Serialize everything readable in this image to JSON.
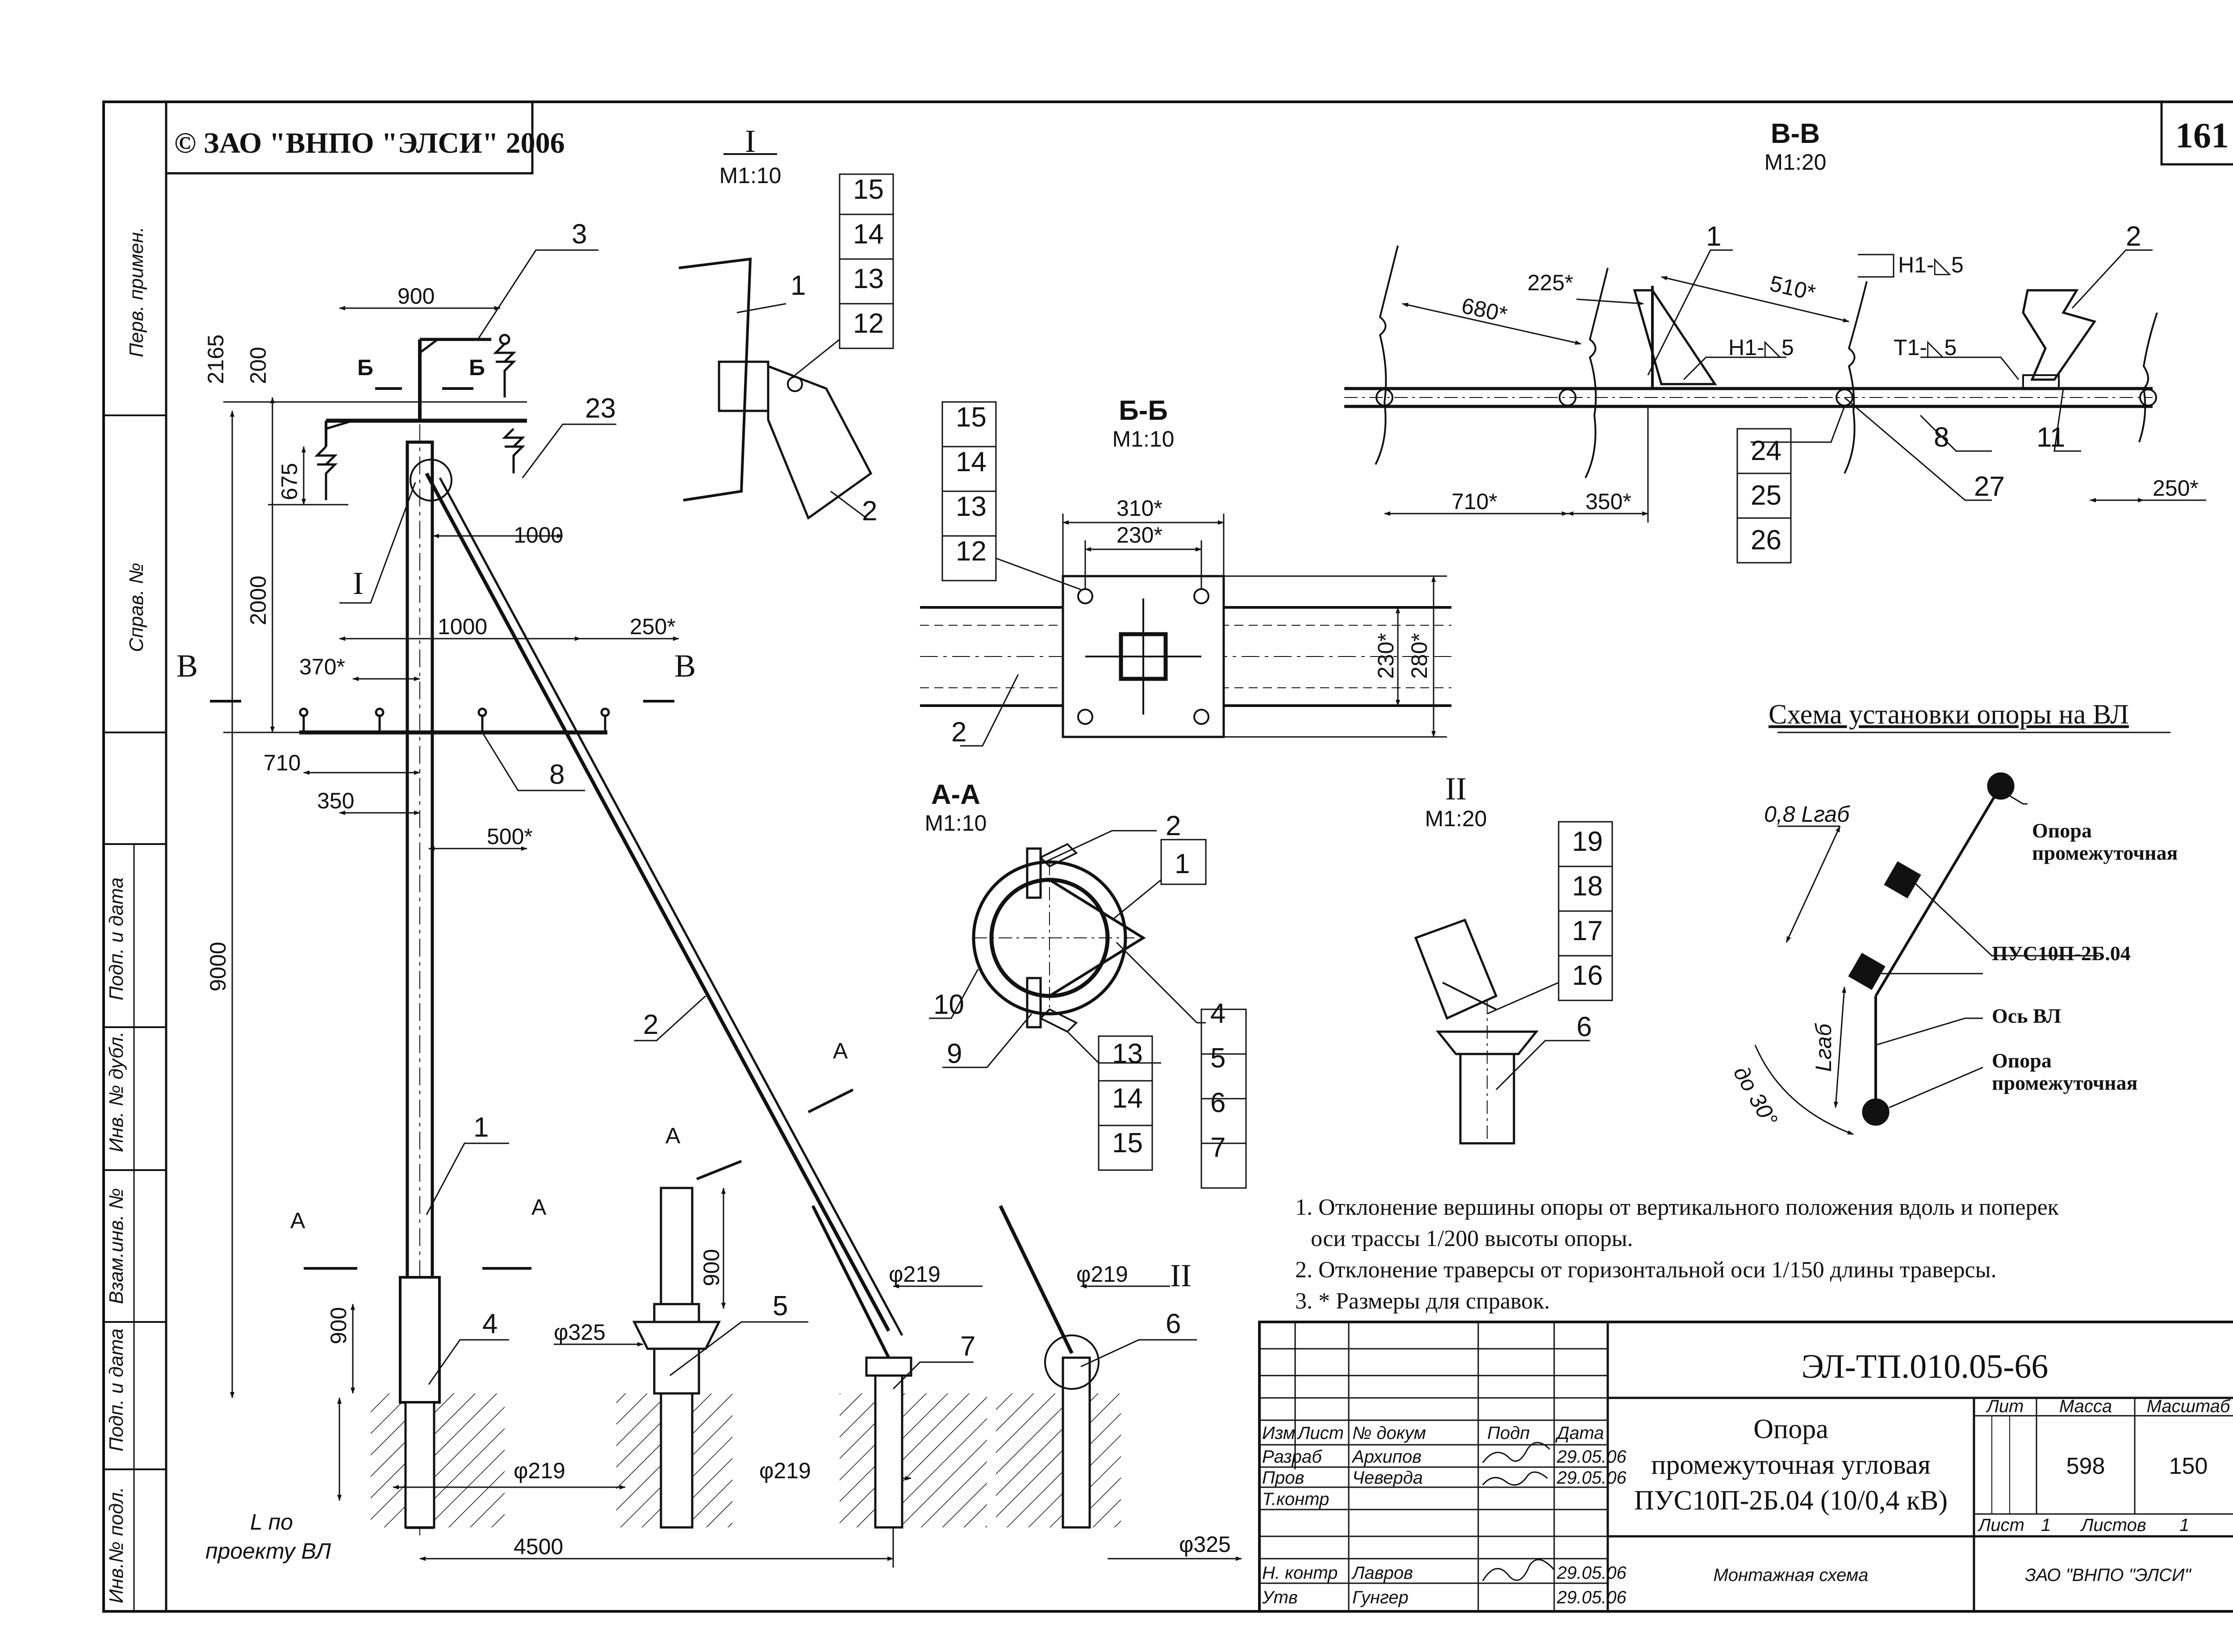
{
  "sheet": {
    "copyright": "© ЗАО \"ВНПО \"ЭЛСИ\" 2006",
    "page_number": "161",
    "side_labels": [
      "Перв. примен.",
      "Справ. №",
      "Подп. и дата",
      "Инв. № дубл.",
      "Взам.инв. №",
      "Подп. и дата",
      "Инв.№ подл."
    ]
  },
  "main_view": {
    "dims": {
      "d900": "900",
      "d2165": "2165",
      "d200": "200",
      "d675": "675",
      "d2000": "2000",
      "d9000": "9000",
      "d900_low": "900",
      "d1000_a": "1000",
      "d1000_b": "1000",
      "d250": "250*",
      "d370": "370*",
      "d710": "710",
      "d350": "350",
      "d500": "500*",
      "d4500": "4500",
      "phi219_a": "φ219",
      "phi219_b": "φ219",
      "L": "L по",
      "L2": "проекту ВЛ"
    },
    "markers": {
      "B": "Б",
      "V": "В",
      "A": "А",
      "I": "I",
      "II": "II"
    },
    "callouts": {
      "c1": "1",
      "c2": "2",
      "c3": "3",
      "c4": "4",
      "c8": "8",
      "c23": "23"
    }
  },
  "foundation_views": {
    "phi325_a": "φ325",
    "d900": "900",
    "c5": "5",
    "c7": "7",
    "phi219_c": "φ219",
    "phi219_d": "φ219",
    "c6": "6",
    "II": "II",
    "phi325_b": "φ325"
  },
  "view_I": {
    "title": "I",
    "scale": "М1:10",
    "callouts": [
      "15",
      "14",
      "13",
      "12",
      "1",
      "2"
    ]
  },
  "view_BB": {
    "title": "Б-Б",
    "scale": "М1:10",
    "callouts": [
      "15",
      "14",
      "13",
      "12",
      "2"
    ],
    "dims": [
      "310*",
      "230*",
      "230*",
      "280*"
    ]
  },
  "view_AA": {
    "title": "А-А",
    "scale": "М1:10",
    "callouts": [
      "2",
      "1",
      "10",
      "4",
      "9",
      "13",
      "5",
      "14",
      "6",
      "15",
      "7"
    ]
  },
  "view_II": {
    "title": "II",
    "scale": "М1:20",
    "callouts": [
      "19",
      "18",
      "17",
      "16",
      "6"
    ]
  },
  "view_VV": {
    "title": "В-В",
    "scale": "М1:20",
    "dims": [
      "680*",
      "225*",
      "510*",
      "710*",
      "350*",
      "250*"
    ],
    "welds": [
      "Н1-◺5",
      "Н1-◺5",
      "Т1-◺5"
    ],
    "callouts": [
      "1",
      "2",
      "8",
      "11",
      "24",
      "25",
      "26",
      "27"
    ]
  },
  "scheme": {
    "title": "Схема установки опоры на ВЛ",
    "l_gab_08": "0,8 Lгаб",
    "l_gab": "Lгаб",
    "angle": "до 30°",
    "opora1_a": "Опора",
    "opora1_b": "промежуточная",
    "pus": "ПУС10П-2Б.04",
    "axis": "Ось ВЛ",
    "opora2_a": "Опора",
    "opora2_b": "промежуточная"
  },
  "notes": [
    "1. Отклонение вершины опоры от вертикального положения вдоль и поперек",
    "оси трассы 1/200 высоты опоры.",
    "2. Отклонение траверсы от горизонтальной оси 1/150 длины траверсы.",
    "3. * Размеры для справок."
  ],
  "title_block": {
    "code": "ЭЛ-ТП.010.05-66",
    "name_1": "Опора",
    "name_2": "промежуточная угловая",
    "name_3": "ПУС10П-2Б.04 (10/0,4 кВ)",
    "doc_type": "Монтажная схема",
    "org": "ЗАО \"ВНПО \"ЭЛСИ\"",
    "lit": "Лит",
    "massa": "Масса",
    "masshtab": "Масштаб",
    "massa_val": "598",
    "masshtab_val": "150",
    "list": "Лист",
    "list_val": "1",
    "listov": "Листов",
    "listov_val": "1",
    "header": [
      "Изм",
      "Лист",
      "№ докум",
      "Подп",
      "Дата"
    ],
    "rows": [
      {
        "role": "Разраб",
        "name": "Архипов",
        "date": "29.05.06"
      },
      {
        "role": "Пров",
        "name": "Чеверда",
        "date": "29.05.06"
      },
      {
        "role": "Т.контр",
        "name": "",
        "date": ""
      },
      {
        "role": "Н. контр",
        "name": "Лавров",
        "date": "29.05.06"
      },
      {
        "role": "Утв",
        "name": "Гунгер",
        "date": "29.05.06"
      }
    ]
  }
}
